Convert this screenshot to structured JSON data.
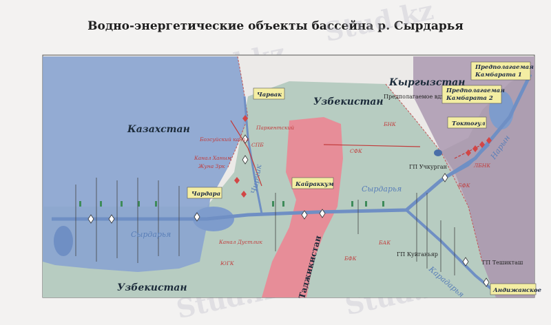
{
  "title": "Водно-энергетические объекты  бассейна р. Сырдарья",
  "watermark": "Stud.kz",
  "regions": {
    "kazakhstan": "Казахстан",
    "uzbekistan_top": "Узбекистан",
    "uzbekistan_bottom": "Узбекистан",
    "kyrgyzstan": "Кыргызстан",
    "tajikistan": "Таджикистан"
  },
  "rivers": {
    "syrdarya_left": "Сырдарья",
    "syrdarya_center": "Сырдарья",
    "chirchik": "Чирчик",
    "naryn": "Нарын",
    "karadarya": "Карадарья"
  },
  "reservoirs": {
    "charvak": "Чарвак",
    "chardara": "Чардара",
    "kairakkum": "Кайраккум",
    "toktogul": "Токтогул",
    "kambarata1": "Предполагаемая Камбарата 1",
    "kambarata2": "Предполагаемая Камбарата 2",
    "andijan": "Андижанское"
  },
  "canals": {
    "bozsu": "Бозсуйский канал",
    "khanym": "Канал Ханым",
    "zhuna": "Жуна Зрк",
    "parkent": "Паркентский",
    "sib": "СПБ",
    "dustlik": "Канал Дустлик",
    "yugk": "ЮГК",
    "bnk": "БНК",
    "sfk": "СФК",
    "lbnk": "ЛБНК",
    "bfk_right": "БФК",
    "bak": "БАК",
    "bfk_bottom": "БФК"
  },
  "stations": {
    "planned_vdkhr": "Предполагаемое вдхр.",
    "uchkurgan": "ГП Учкурган",
    "kuyganyar": "ГП Куйганьяр",
    "teshiktash": "ГП Тешикташ"
  },
  "colors": {
    "kazakhstan": "#8aa4d0",
    "uzbekistan": "#b7ccc1",
    "kyrgyzstan": "#b5a5b9",
    "tajikistan": "#e78d98",
    "river": "#6f8fc4",
    "label_box": "#f4eea3",
    "canal": "#c23b3b"
  }
}
